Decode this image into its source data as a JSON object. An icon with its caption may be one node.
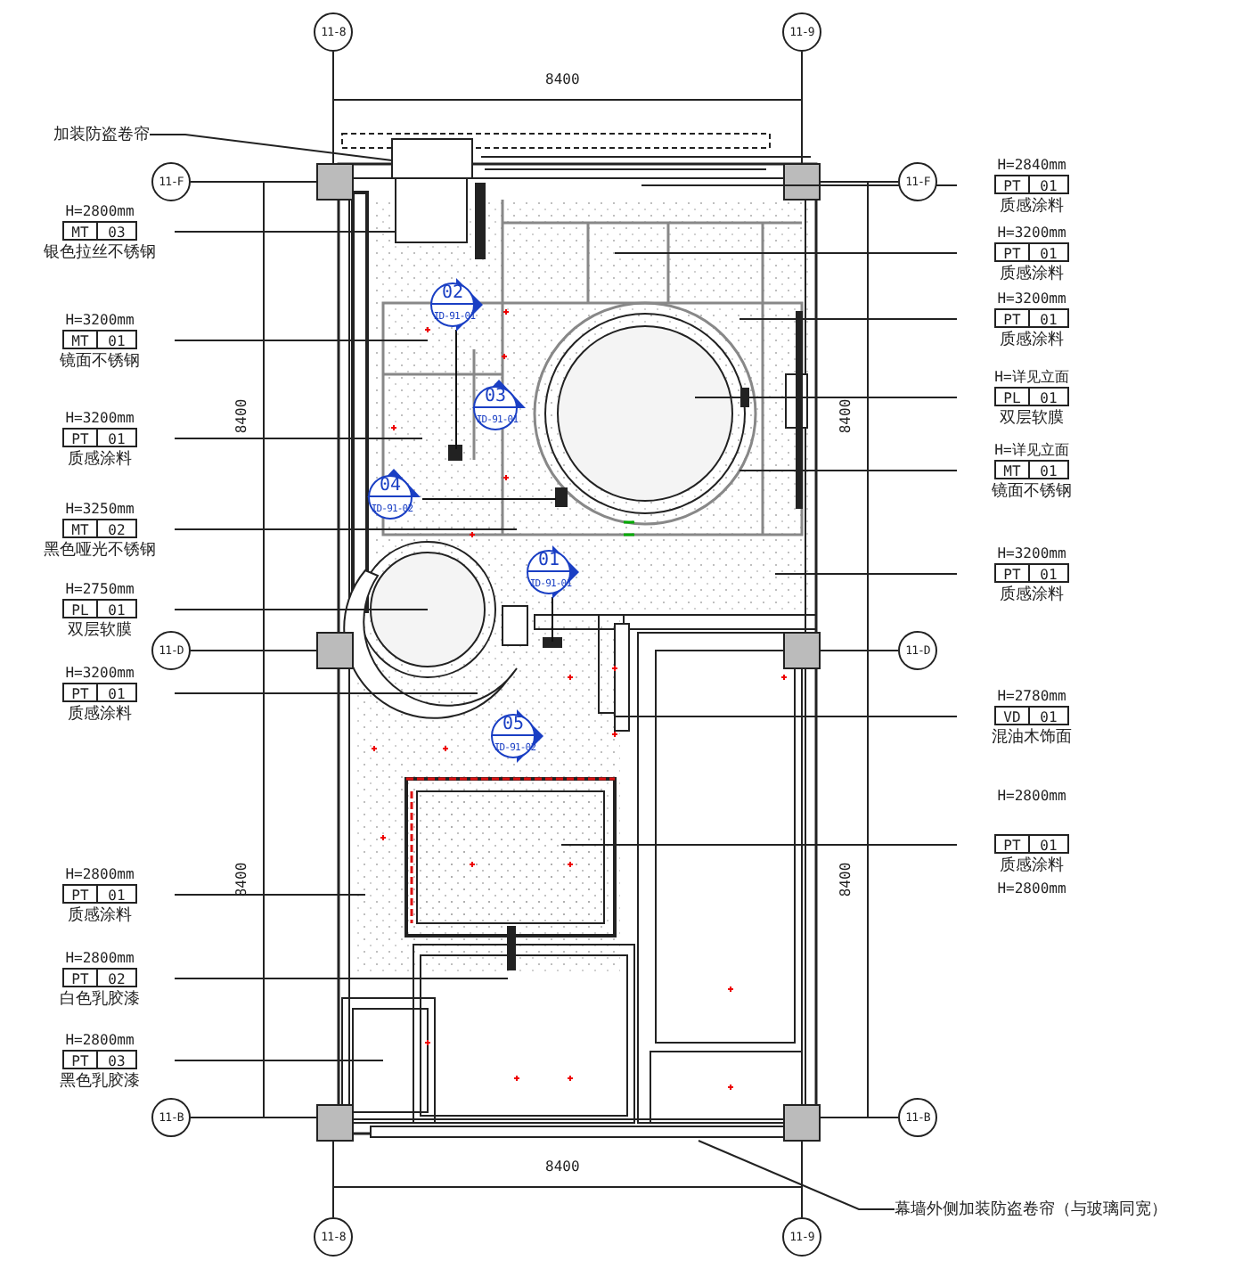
{
  "diagram": {
    "nodes": [
      {
        "text": [
          "11-8"
        ]
      },
      {
        "text": [
          "11-9"
        ]
      },
      {
        "text": [
          "加装防盗卷帘"
        ]
      },
      {
        "text": [
          "11-F"
        ]
      },
      {
        "text": [
          "11-F"
        ]
      },
      {
        "text": [
          "H=2840mm",
          "PT",
          "01",
          "质感涂料"
        ]
      },
      {
        "text": [
          "H=2800mm",
          "MT",
          "03",
          "银色拉丝不锈钢"
        ]
      },
      {
        "text": [
          "H=3200mm",
          "PT",
          "01",
          "质感涂料"
        ]
      },
      {
        "text": [
          "02",
          "ID-91-01"
        ]
      },
      {
        "text": [
          "H=3200mm",
          "PT",
          "01",
          "质感涂料"
        ]
      },
      {
        "text": [
          "H=3200mm",
          "MT",
          "01",
          "镜面不锈钢"
        ]
      },
      {
        "text": [
          "H=详见立面",
          "PL",
          "01",
          "双层软膜"
        ]
      },
      {
        "text": [
          "03",
          "ID-91-01"
        ]
      },
      {
        "text": [
          "H=3200mm",
          "PT",
          "01",
          "质感涂料"
        ]
      },
      {
        "text": [
          "H=详见立面",
          "MT",
          "01",
          "镜面不锈钢"
        ]
      },
      {
        "text": [
          "04",
          "ID-91-02"
        ]
      },
      {
        "text": [
          "H=3250mm",
          "MT",
          "02",
          "黑色哑光不锈钢"
        ]
      },
      {
        "text": [
          "01",
          "ID-91-01"
        ]
      },
      {
        "text": [
          "H=3200mm",
          "PT",
          "01",
          "质感涂料"
        ]
      },
      {
        "text": [
          "H=2750mm",
          "PL",
          "01",
          "双层软膜"
        ]
      },
      {
        "text": [
          "11-D"
        ]
      },
      {
        "text": [
          "11-D"
        ]
      },
      {
        "text": [
          "H=3200mm",
          "PT",
          "01",
          "质感涂料"
        ]
      },
      {
        "text": [
          "H=2780mm",
          "VD",
          "01",
          "混油木饰面"
        ]
      },
      {
        "text": [
          "05",
          "ID-91-02"
        ]
      },
      {
        "text": [
          "H=2800mm",
          "PT",
          "01",
          "质感涂料"
        ],
        "beside": [
          "H=2800mm"
        ]
      },
      {
        "text": [
          "H=2800mm",
          "PT",
          "01",
          "质感涂料"
        ]
      },
      {
        "text": [
          "H=2800mm",
          "PT",
          "02",
          "白色乳胶漆"
        ]
      },
      {
        "text": [
          "H=2800mm",
          "PT",
          "03",
          "黑色乳胶漆"
        ]
      },
      {
        "text": [
          "11-B"
        ]
      },
      {
        "text": [
          "11-B"
        ]
      },
      {
        "text": [
          "幕墙外侧加装防盗卷帘（与玻璃同宽）"
        ]
      },
      {
        "text": [
          "11-8"
        ]
      },
      {
        "text": [
          "11-9"
        ]
      },
      {
        "text": [],
        "shape": "box"
      }
    ],
    "edges": [
      {
        "from": 2,
        "to": 34,
        "arrow": "none"
      },
      {
        "from": 5,
        "to": null,
        "arrow": "none"
      },
      {
        "from": 6,
        "to": 34,
        "arrow": "none"
      },
      {
        "from": 7,
        "to": null,
        "arrow": "none"
      },
      {
        "from": 8,
        "to": null,
        "arrow": "none"
      },
      {
        "from": 9,
        "to": null,
        "arrow": "none"
      },
      {
        "from": 10,
        "to": null,
        "arrow": "none"
      },
      {
        "from": 11,
        "to": null,
        "arrow": "none"
      },
      {
        "from": 13,
        "to": null,
        "arrow": "none"
      },
      {
        "from": 14,
        "to": null,
        "arrow": "none"
      },
      {
        "from": 15,
        "to": null,
        "arrow": "none"
      },
      {
        "from": 16,
        "to": null,
        "arrow": "none"
      },
      {
        "from": 17,
        "to": null,
        "arrow": "none"
      },
      {
        "from": 18,
        "to": null,
        "arrow": "none"
      },
      {
        "from": 19,
        "to": null,
        "arrow": "none"
      },
      {
        "from": 22,
        "to": null,
        "arrow": "none"
      },
      {
        "from": 23,
        "to": null,
        "arrow": "none"
      },
      {
        "from": 25,
        "to": null,
        "arrow": "none"
      },
      {
        "from": 26,
        "to": null,
        "arrow": "none"
      },
      {
        "from": 27,
        "to": null,
        "arrow": "none"
      },
      {
        "from": 28,
        "to": null,
        "arrow": "none"
      },
      {
        "from": 31,
        "to": null,
        "arrow": "none"
      }
    ],
    "labels": [
      "8400",
      "8400",
      "8400",
      "8400",
      "8400",
      "8400"
    ]
  }
}
